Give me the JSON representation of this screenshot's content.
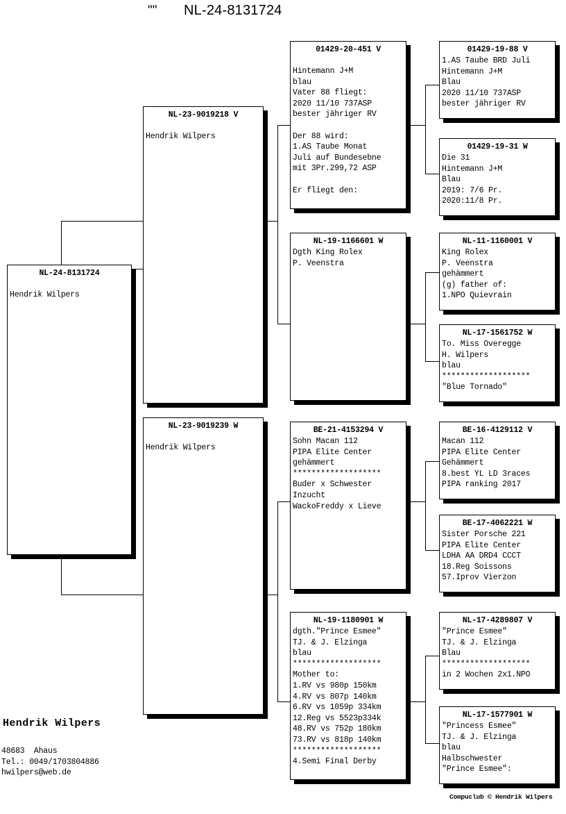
{
  "title": {
    "quotes": "\"\"",
    "ring_number": "NL-24-8131724"
  },
  "footer": {
    "owner": "Hendrik Wilpers",
    "address": "48683  Ahaus\nTel.: 0049/1703804886\nhwilpers@web.de",
    "credit": "Compuclub © Hendrik Wilpers"
  },
  "pedigree": {
    "subject": {
      "header": "NL-24-8131724",
      "body": "Hendrik Wilpers"
    },
    "gen2": [
      {
        "header": "NL-23-9019218 V",
        "body": "Hendrik Wilpers"
      },
      {
        "header": "NL-23-9019239 W",
        "body": "Hendrik Wilpers"
      }
    ],
    "gen3": [
      {
        "header": "01429-20-451 V",
        "body": "Hintemann J+M\nblau\nVater 88 fliegt:\n2020 11/10 737ASP\nbester jähriger RV\n\nDer 88 wird:\n1.AS Taube Monat\nJuli auf Bundesebne\nmit 3Pr.299,72 ASP\n\nEr fliegt den:"
      },
      {
        "header": "NL-19-1166601 W",
        "body": "Dgth King Rolex\nP. Veenstra"
      },
      {
        "header": "BE-21-4153294 V",
        "body": "Sohn Macan 112\nPIPA Elite Center\ngehämmert\n*******************\nBuder x Schwester\nInzucht\nWackoFreddy x Lieve"
      },
      {
        "header": "NL-19-1180901 W",
        "body": "dgth.\"Prince Esmee\"\nTJ. & J. Elzinga\nblau\n*******************\nMother to:\n1.RV vs 980p 150km\n4.RV vs 807p 140km\n6.RV vs 1059p 334km\n12.Reg vs 5523p334k\n48.RV vs 752p 180km\n73.RV vs 818p 140km\n*******************\n4.Semi Final Derby"
      }
    ],
    "gen4": [
      {
        "header": "01429-19-88 V",
        "body": "1.AS Taube BRD Juli\nHintemann J+M\nBlau\n2020 11/10 737ASP\nbester jähriger RV"
      },
      {
        "header": "01429-19-31 W",
        "body": "Die 31\nHintemann J+M\nBlau\n2019: 7/6 Pr.\n2020:11/8 Pr."
      },
      {
        "header": "NL-11-1160001 V",
        "body": "King Rolex\nP. Veenstra\ngehämmert\n(g) father of:\n1.NPO Quievrain"
      },
      {
        "header": "NL-17-1561752 W",
        "body": "To. Miss Overegge\nH. Wilpers\nblau\n*******************\n\"Blue Tornado\""
      },
      {
        "header": "BE-16-4129112 V",
        "body": "Macan 112\nPIPA Elite Center\nGehämmert\n8.best YL LD 3races\nPIPA ranking 2017"
      },
      {
        "header": "BE-17-4062221 W",
        "body": "Sister Porsche 221\nPIPA Elite Center\nLDHA AA DRD4 CCCT\n18.Reg Soissons\n57.Iprov Vierzon"
      },
      {
        "header": "NL-17-4289807 V",
        "body": "\"Prince Esmee\"\nTJ. & J. Elzinga\nBlau\n*******************\nin 2 Wochen 2x1.NPO"
      },
      {
        "header": "NL-17-1577901 W",
        "body": "\"Princess Esmee\"\nTJ. & J. Elzinga\nblau\nHalbschwester\n\"Prince Esmee\":"
      }
    ]
  }
}
